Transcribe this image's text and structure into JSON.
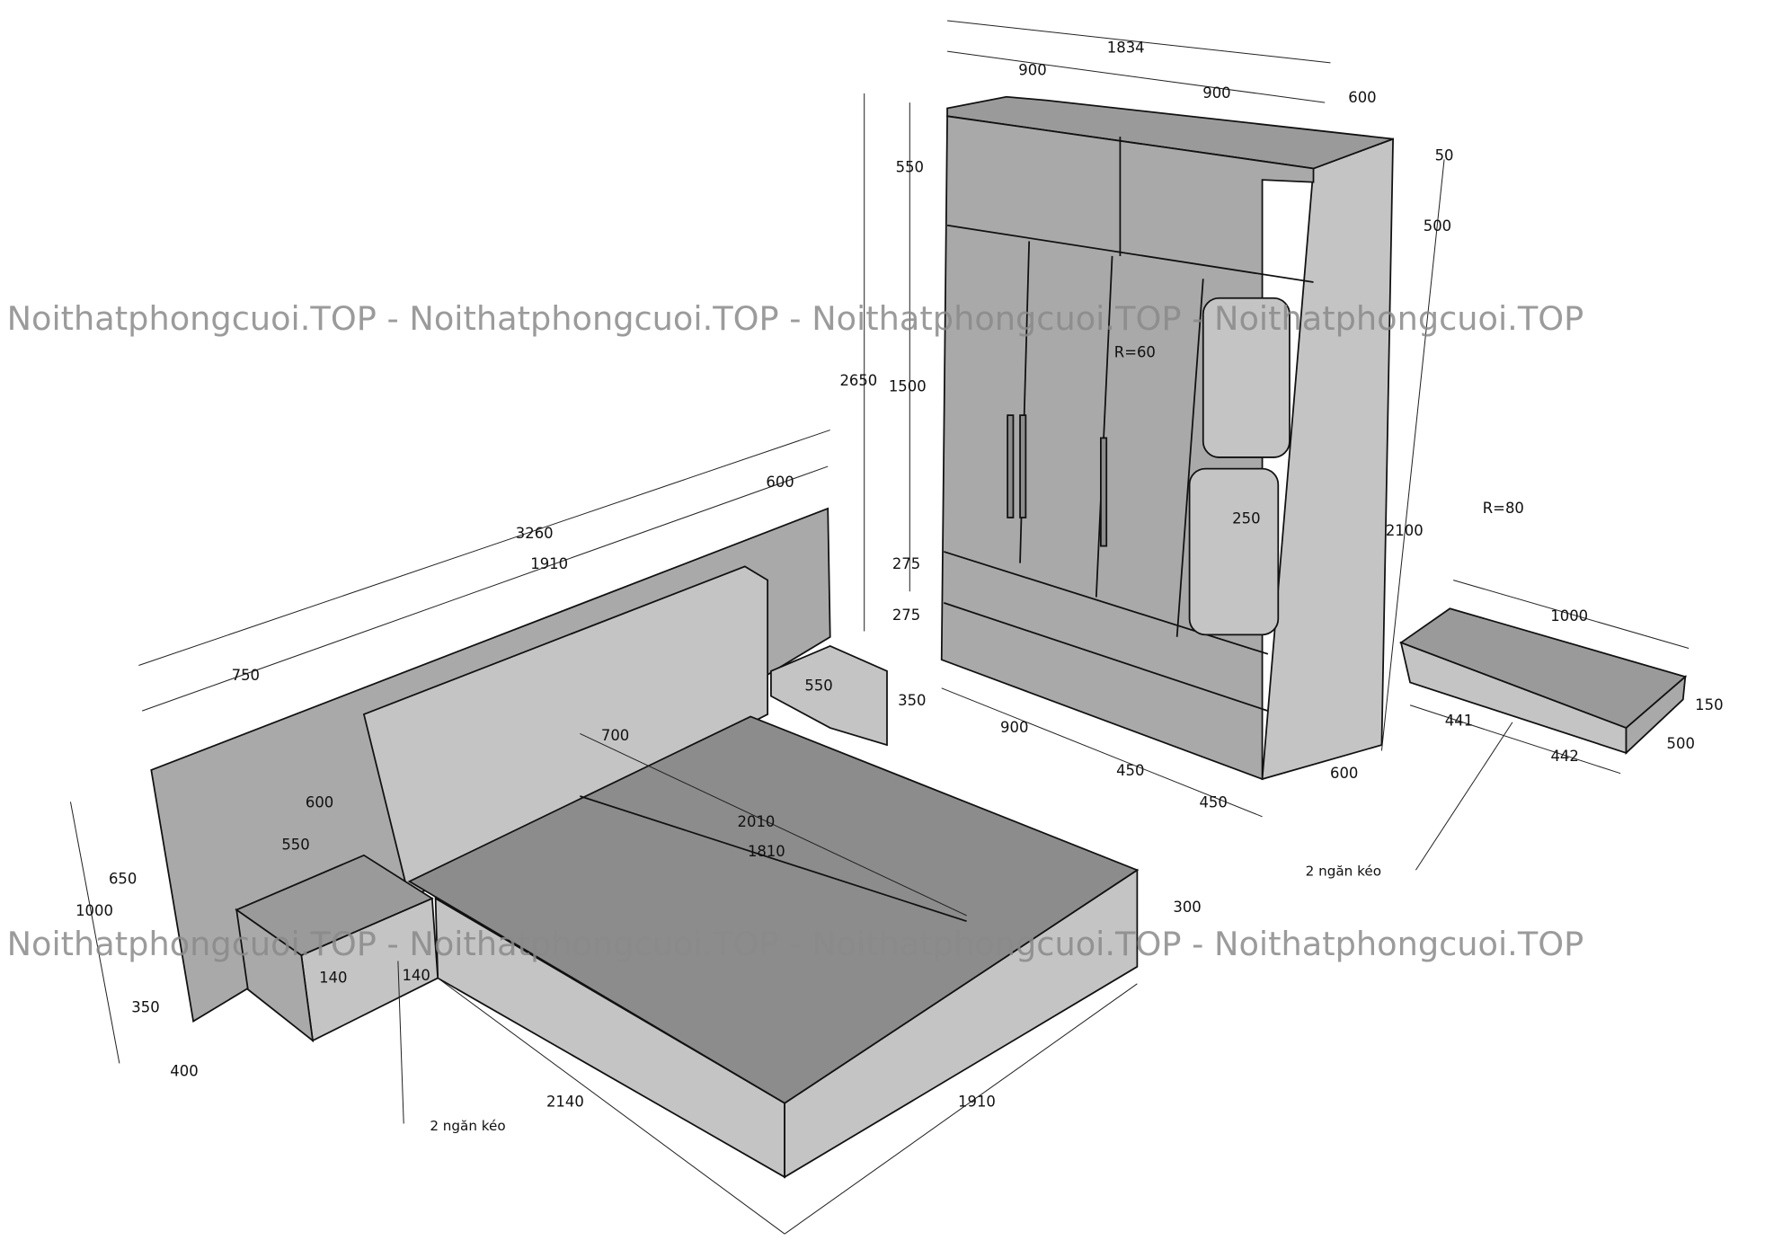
{
  "watermark": "Noithatphongcuoi.TOP - Noithatphongcuoi.TOP - Noithatphongcuoi.TOP - Noithatphongcuoi.TOP",
  "wardrobe": {
    "overall_width": "1834",
    "door_width_left": "900",
    "door_width_right": "900",
    "depth_top": "600",
    "top_cap": "50",
    "top_height": "550",
    "top_height_side": "500",
    "total_height": "2650",
    "door_height": "1500",
    "shelf_radius": "R=60",
    "shelf_gap": "250",
    "body_height": "2100",
    "drawer_1": "275",
    "drawer_2": "275",
    "bottom_900": "900",
    "bottom_450_a": "450",
    "bottom_depth": "600",
    "bottom_450_b": "450"
  },
  "bench": {
    "radius": "R=80",
    "length": "1000",
    "height": "150",
    "half_left": "441",
    "half_right": "442",
    "depth": "500",
    "drawer_note": "2 ngăn kéo"
  },
  "bed": {
    "headboard_total": "3260",
    "headboard_center": "1910",
    "headboard_right": "600",
    "headboard_left": "750",
    "cushion_height": "700",
    "panel_height": "600",
    "length_outer": "2010",
    "length_inner": "1810",
    "nightstand_width": "550",
    "headboard_upper": "650",
    "headboard_total_height": "1000",
    "frame_height": "300",
    "drawer_h1": "140",
    "drawer_h2": "140",
    "nightstand_height": "350",
    "nightstand_depth": "400",
    "bed_length": "2140",
    "bed_width": "1910",
    "right_nightstand_width": "550",
    "right_nightstand_height": "350",
    "drawer_note": "2 ngăn kéo"
  }
}
